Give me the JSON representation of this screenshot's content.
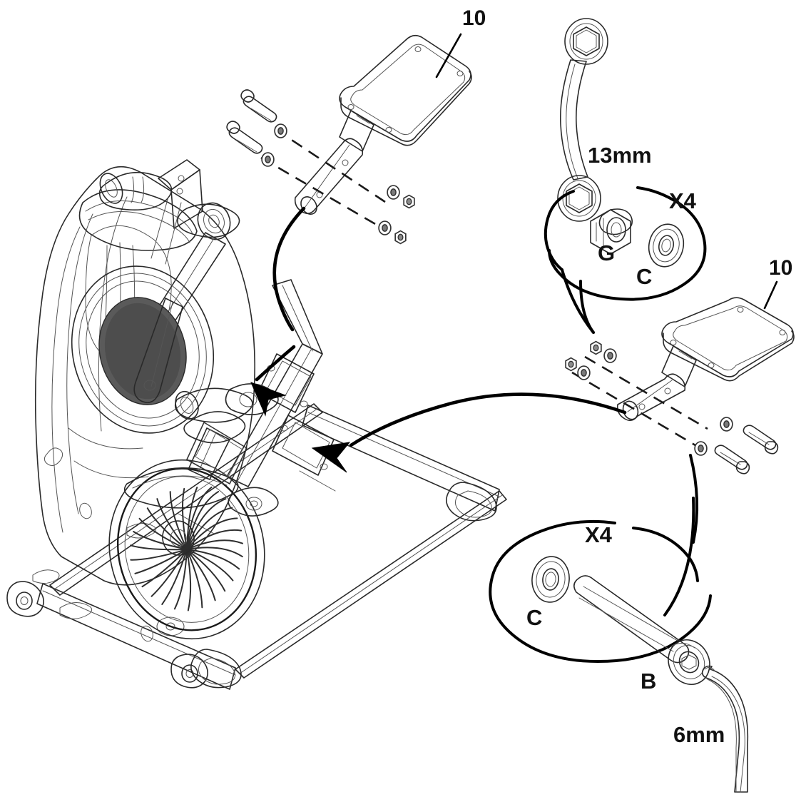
{
  "diagram": {
    "title": "Pedal Assembly Step",
    "background_color": "#ffffff",
    "line_color": "#1a1a1a"
  },
  "labels": {
    "part_number_top": "10",
    "part_number_bottom": "10",
    "wrench_size": "13mm",
    "hex_key_size": "6mm",
    "qty_top": "X4",
    "qty_bottom": "X4",
    "hardware_nut": "G",
    "hardware_washer_top": "C",
    "hardware_washer_bottom": "C",
    "hardware_bolt": "B"
  },
  "callouts": [
    {
      "name": "upper-hardware-callout",
      "quantity": "X4",
      "tool": "13mm",
      "tool_type": "combination-wrench",
      "parts": [
        {
          "code": "G",
          "type": "nylock-nut"
        },
        {
          "code": "C",
          "type": "flat-washer"
        }
      ]
    },
    {
      "name": "lower-hardware-callout",
      "quantity": "X4",
      "tool": "6mm",
      "tool_type": "hex-allen-key",
      "parts": [
        {
          "code": "C",
          "type": "flat-washer"
        },
        {
          "code": "B",
          "type": "socket-head-bolt"
        }
      ]
    }
  ],
  "components": [
    {
      "name": "elliptical-machine-body",
      "label": ""
    },
    {
      "name": "flywheel-fan",
      "label": ""
    },
    {
      "name": "pedal-platform-upper",
      "label": "10"
    },
    {
      "name": "pedal-platform-lower",
      "label": "10"
    },
    {
      "name": "pedal-arm-bracket-upper",
      "label": ""
    },
    {
      "name": "pedal-arm-bracket-lower",
      "label": ""
    }
  ],
  "assembly_arrows": [
    {
      "name": "install-arrow-upper",
      "direction": "down-left"
    },
    {
      "name": "install-arrow-lower",
      "direction": "down-left"
    }
  ]
}
